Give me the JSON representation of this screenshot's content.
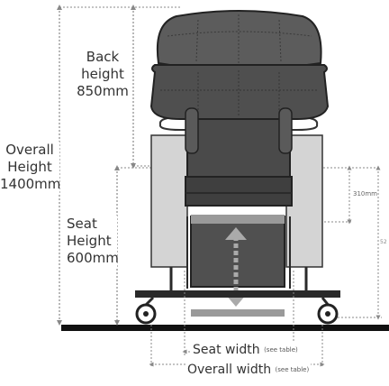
{
  "labels": {
    "overall_height": {
      "line1": "Overall",
      "line2": "Height",
      "line3": "1400mm"
    },
    "back_height": {
      "line1": "Back",
      "line2": "height",
      "line3": "850mm"
    },
    "seat_height": {
      "line1": "Seat",
      "line2": "Height",
      "line3": "600mm"
    },
    "armrest_dim": "310mm",
    "right_dim": "52",
    "seat_width": {
      "text": "Seat width",
      "note": "(see table)"
    },
    "overall_width": {
      "text": "Overall width",
      "note": "(see table)"
    }
  },
  "colors": {
    "chair_dark": "#4a4a4a",
    "chair_mid": "#5c5c5c",
    "side_panel": "#d4d4d4",
    "frame": "#2a2a2a",
    "floor": "#111111",
    "dim_line": "#888888",
    "slider": "#9a9a9a"
  }
}
